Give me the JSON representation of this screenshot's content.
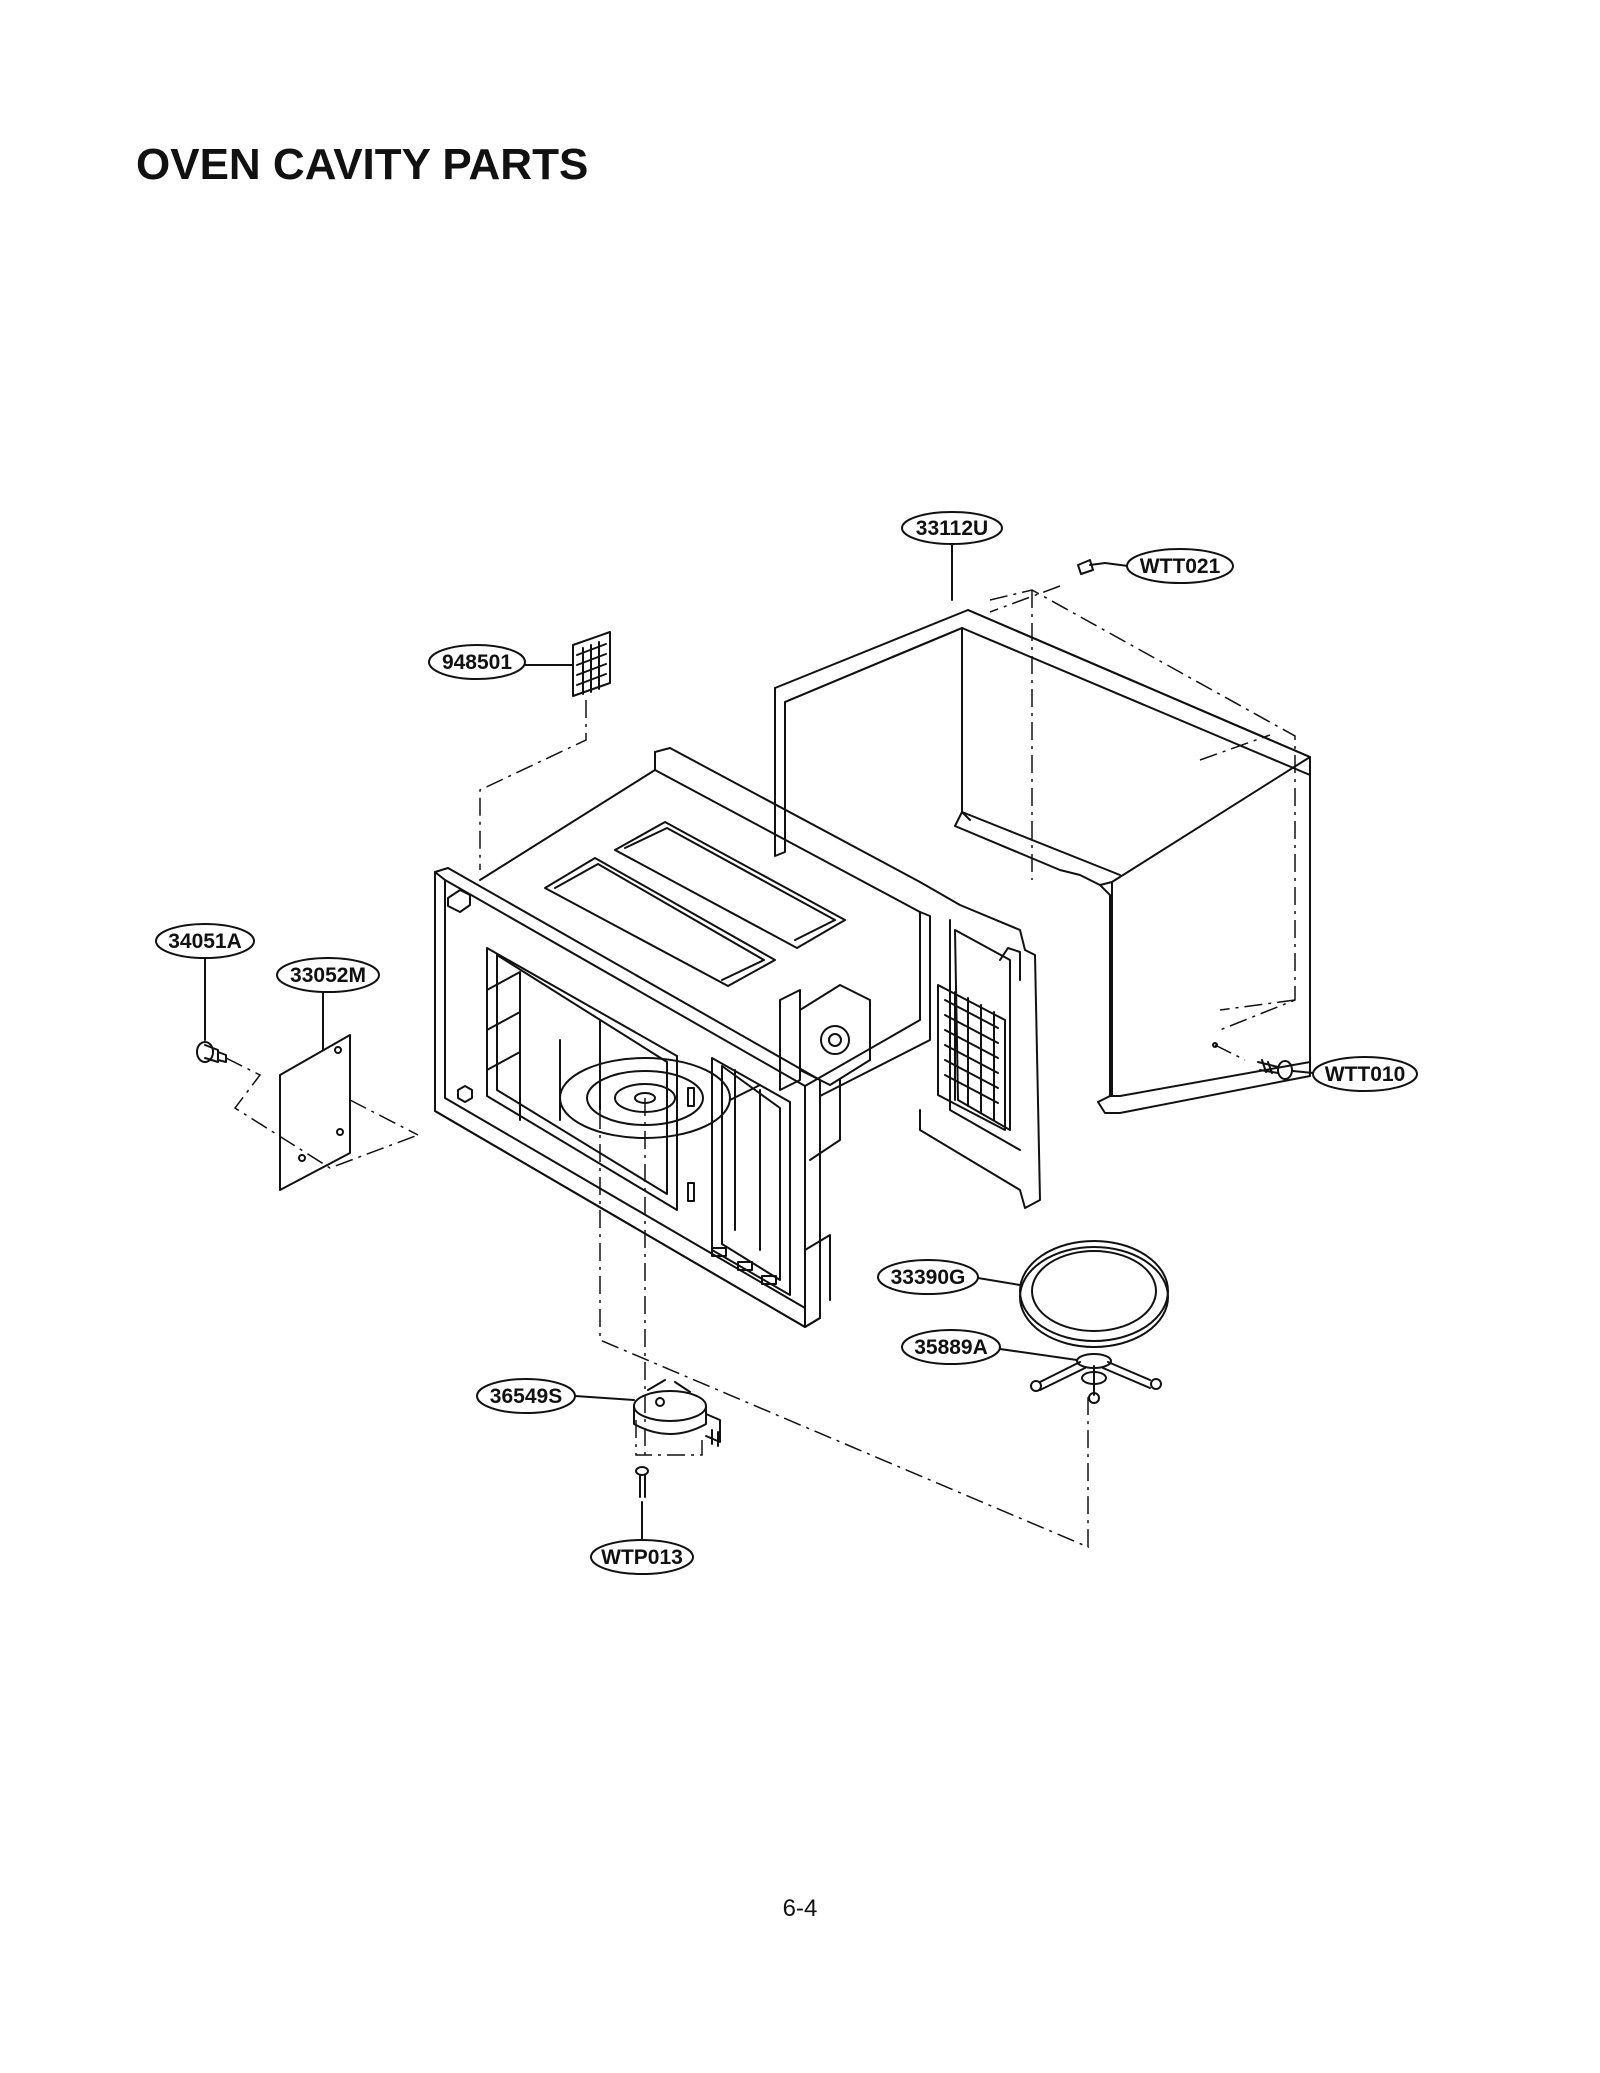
{
  "page_title": "OVEN CAVITY PARTS",
  "page_number": "6-4",
  "callouts": {
    "outer_case": "33112U",
    "case_screw_top": "WTT021",
    "case_screw_side": "WTT010",
    "waveguide_cover": "948501",
    "lamp": "34051A",
    "cover_plate": "33052M",
    "glass_tray": "33390G",
    "roller_rest": "35889A",
    "turntable_motor": "36549S",
    "motor_screw": "WTP013"
  },
  "colors": {
    "line": "#111111",
    "background": "#ffffff"
  }
}
